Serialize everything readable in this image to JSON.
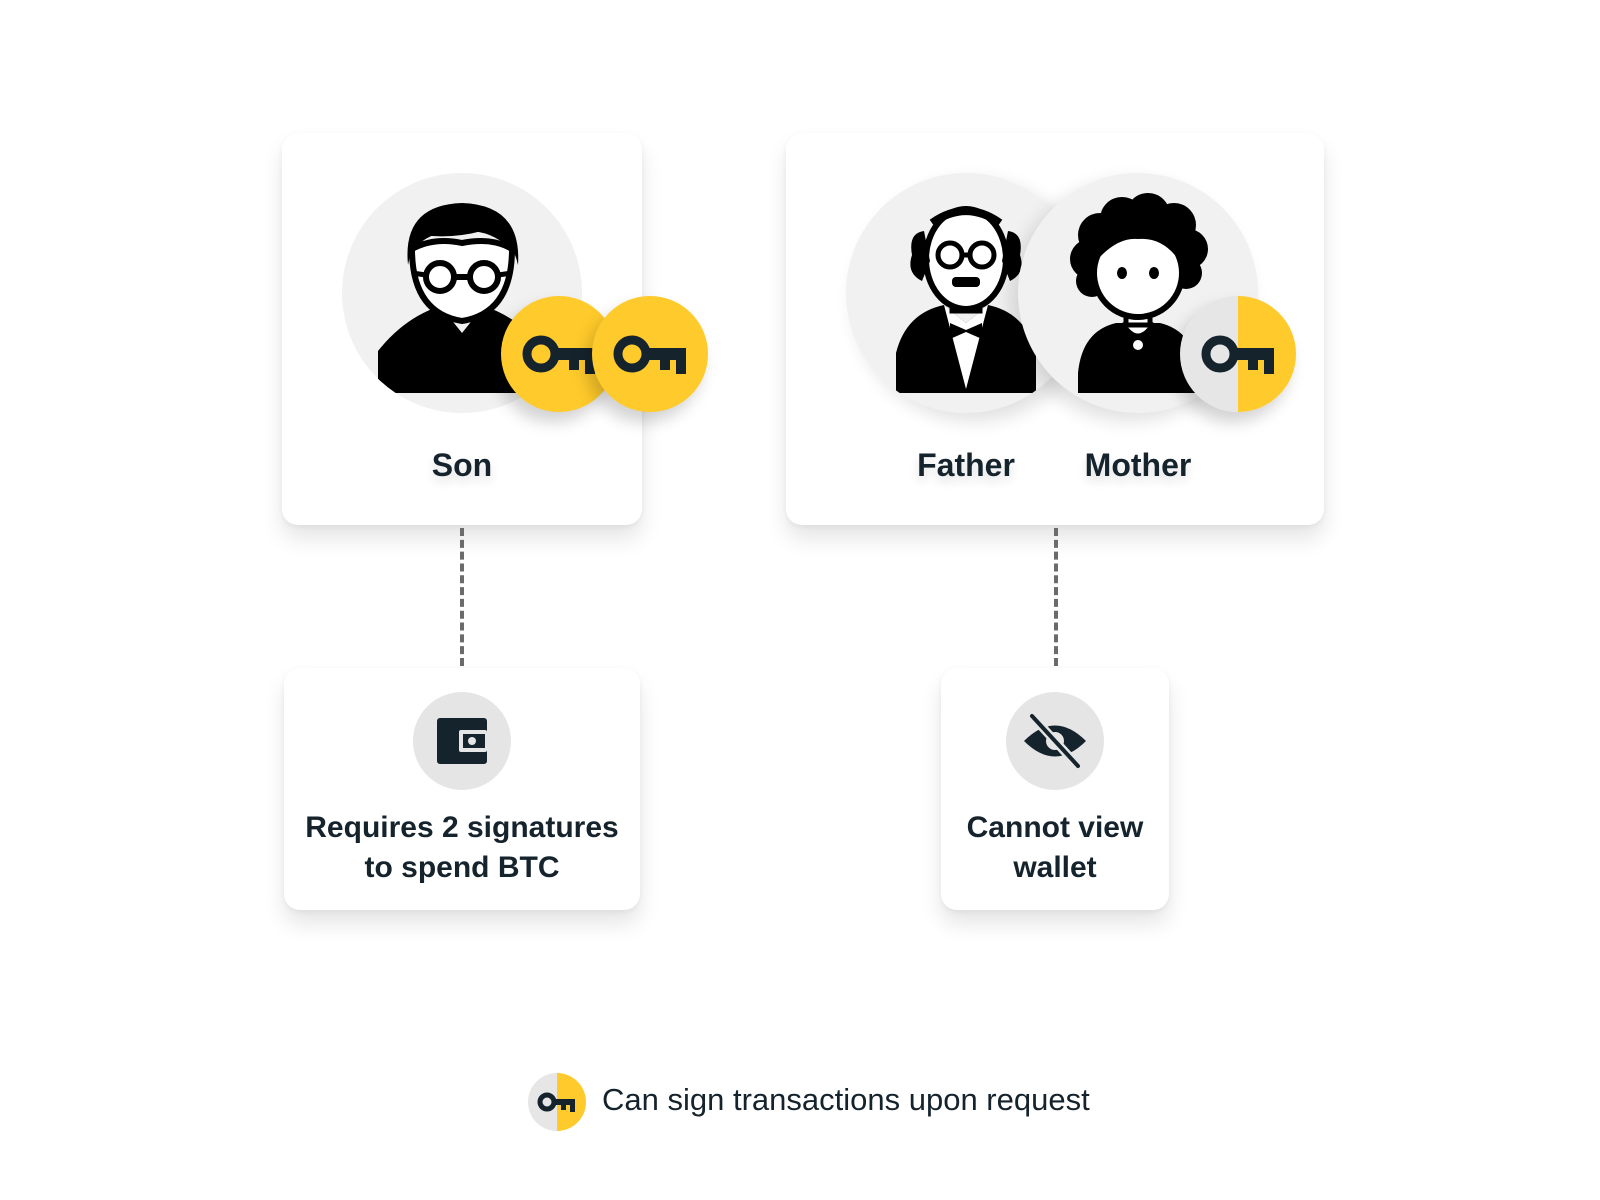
{
  "son_card": {
    "name": "Son",
    "keys": 2
  },
  "parents_card": {
    "father_name": "Father",
    "mother_name": "Mother",
    "keys": 1
  },
  "son_info": {
    "icon": "wallet-icon",
    "line1": "Requires 2 signatures",
    "line2": "to spend BTC"
  },
  "parents_info": {
    "icon": "eye-off-icon",
    "line1": "Cannot view",
    "line2": "wallet"
  },
  "legend": {
    "icon": "half-key-icon",
    "text": "Can sign transactions upon request"
  },
  "colors": {
    "key_yellow": "#ffca2b",
    "ink": "#15232d",
    "avatar_bg": "#f1f1f1",
    "icon_bg": "#e5e5e5"
  }
}
